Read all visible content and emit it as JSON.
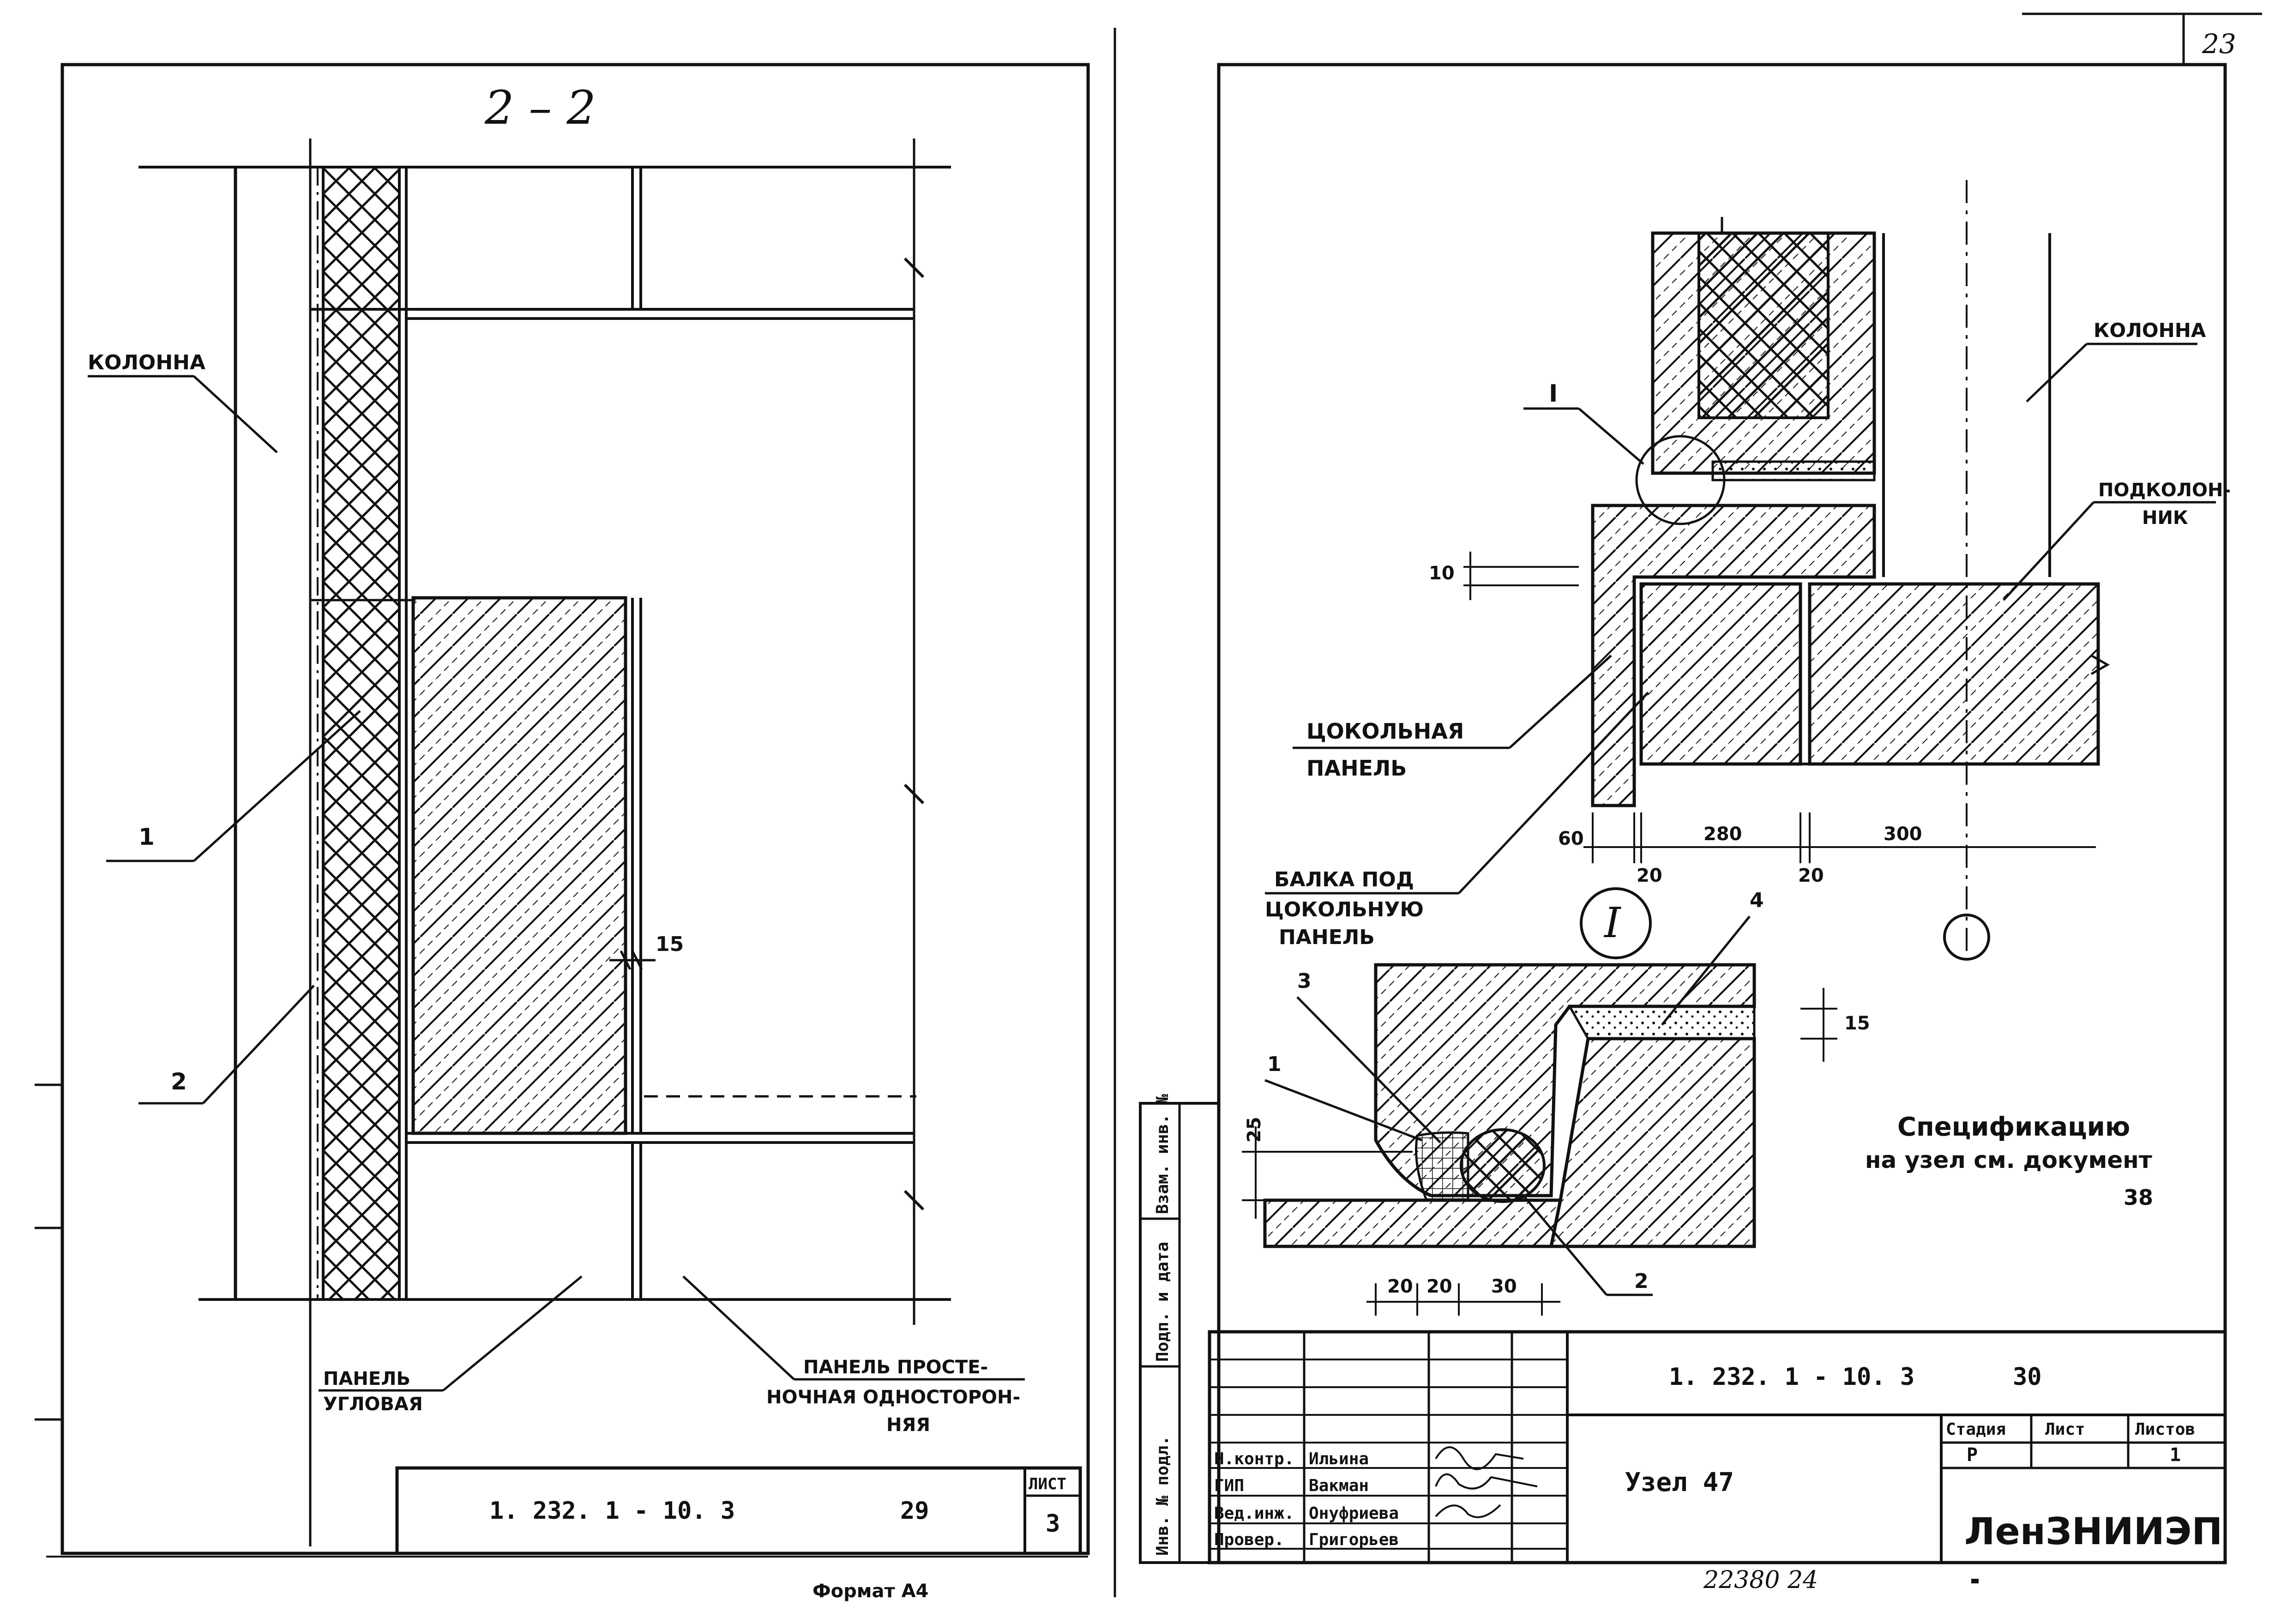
{
  "left_sheet": {
    "section_title": "2 – 2",
    "label_kolonna": "КОЛОННА",
    "callout_1": "1",
    "callout_2": "2",
    "dim_15": "15",
    "label_panel_corner_1": "ПАНЕЛЬ",
    "label_panel_corner_2": "УГЛОВАЯ",
    "label_panel_wall_1": "ПАНЕЛЬ ПРОСТЕ-",
    "label_panel_wall_2": "НОЧНАЯ ОДНОСТОРОН-",
    "label_panel_wall_3": "НЯЯ",
    "stamp_code": "1. 232. 1 - 10. 3",
    "stamp_page": "29",
    "stamp_sheet_header": "ЛИСТ",
    "stamp_sheet_no": "3",
    "format_note": "Формат А4"
  },
  "right_sheet": {
    "page_number": "23",
    "label_kolonna": "КОЛОННА",
    "label_podkolonnik_1": "ПОДКОЛОН-",
    "label_podkolonnik_2": "НИК",
    "label_cokol_1": "ЦОКОЛЬНАЯ",
    "label_cokol_2": "ПАНЕЛЬ",
    "label_balka_1": "БАЛКА ПОД",
    "label_balka_2": "ЦОКОЛЬНУЮ",
    "label_balka_3": "ПАНЕЛЬ",
    "detail_mark": "I",
    "dim_10": "10",
    "dim_60": "60",
    "dim_20a": "20",
    "dim_280": "280",
    "dim_20b": "20",
    "dim_300": "300",
    "detail_dim_15": "15",
    "detail_dim_25": "25",
    "detail_dim_20a": "20",
    "detail_dim_20b": "20",
    "detail_dim_30": "30",
    "callout_1": "1",
    "callout_2": "2",
    "callout_3": "3",
    "callout_4": "4",
    "spec_note_1": "Спецификацию",
    "spec_note_2": "на узел см. документ",
    "spec_note_3": "38",
    "side_strip": [
      "Инв. № подл.",
      "Подп. и дата",
      "Взам. инв. №"
    ],
    "stamp": {
      "code": "1. 232. 1 - 10. 3",
      "page": "30",
      "title": "Узел 47",
      "stage_header": "Стадия",
      "sheet_header": "Лист",
      "sheets_header": "Листов",
      "stage_value": "Р",
      "sheets_value": "1",
      "org": "ЛенЗНИИЭП",
      "roles": [
        "Н.контр.",
        "ГИП",
        "Вед.инж.",
        "Провер."
      ],
      "names": [
        "Ильина",
        "Вакман",
        "Онуфриева",
        "Григорьев"
      ]
    },
    "bottom_number": "22380   24"
  }
}
